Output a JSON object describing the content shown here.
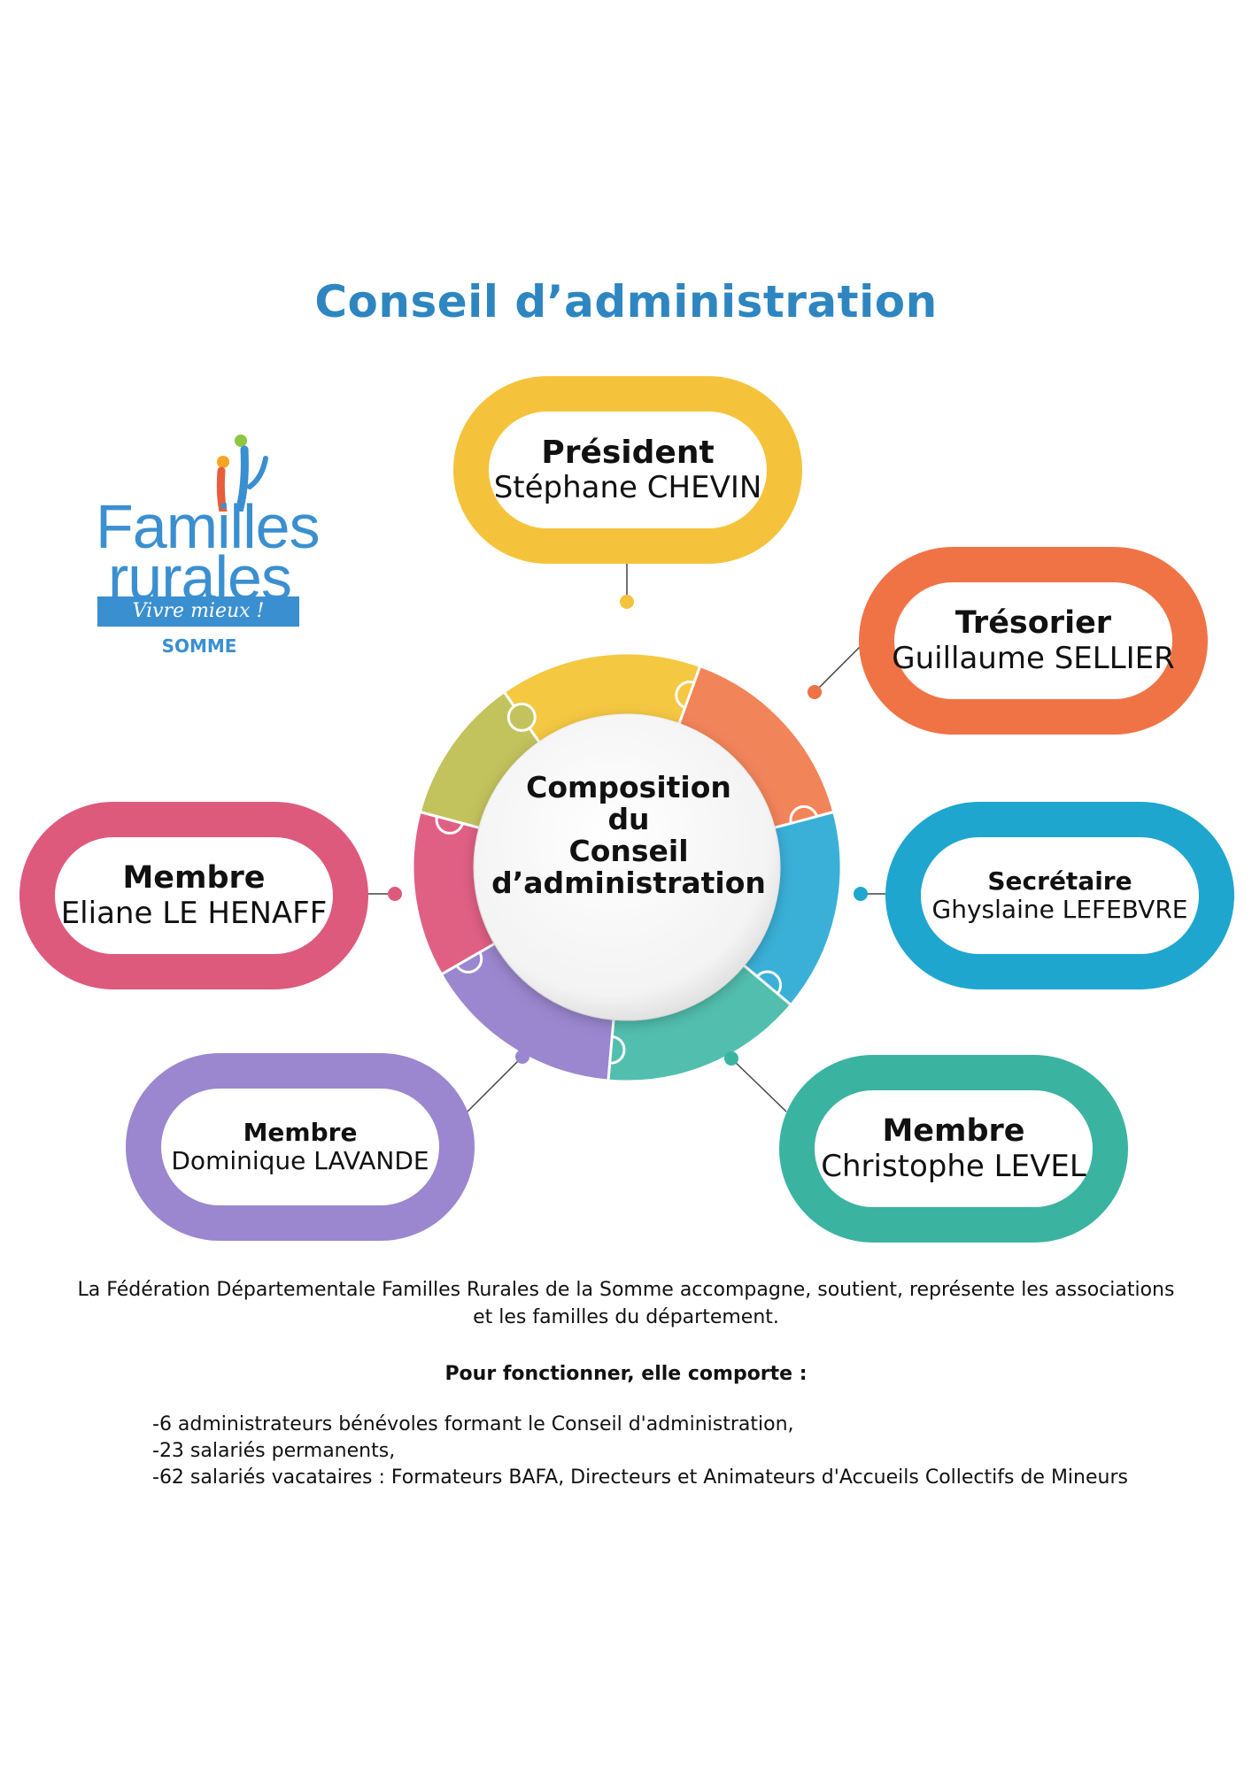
{
  "title": "Conseil d’administration",
  "logo": {
    "line1": "Familles",
    "line2": "rurales",
    "tagline": "Vivre mieux !",
    "region": "SOMME"
  },
  "center": {
    "lines": [
      "Composition",
      "du",
      "Conseil",
      "d’administration"
    ]
  },
  "members": [
    {
      "role": "Président",
      "name": "Stéphane CHEVIN",
      "color": "#f5c33b"
    },
    {
      "role": "Trésorier",
      "name": "Guillaume SELLIER",
      "color": "#f07346"
    },
    {
      "role": "Secrétaire",
      "name": "Ghyslaine LEFEBVRE",
      "color": "#1ea6cf"
    },
    {
      "role": "Membre",
      "name": "Christophe LEVEL",
      "color": "#3bb3a1"
    },
    {
      "role": "Membre",
      "name": "Dominique LAVANDE",
      "color": "#9a87cf"
    },
    {
      "role": "Membre",
      "name": "Eliane LE HENAFF",
      "color": "#dd5a7d"
    }
  ],
  "puzzle_colors": [
    "#f5c842",
    "#f2845a",
    "#3ab0d8",
    "#52bfae",
    "#9a87cf",
    "#e06084",
    "#c2c35d"
  ],
  "description": {
    "line1": "La Fédération Départementale Familles Rurales de la Somme accompagne, soutient, représente les associations",
    "line2": "et les familles du département.",
    "bold": "Pour fonctionner, elle comporte :",
    "items": [
      "-6 administrateurs bénévoles formant le Conseil d'administration,",
      "-23 salariés permanents,",
      "-62 salariés vacataires : Formateurs BAFA, Directeurs et Animateurs d'Accueils Collectifs de Mineurs"
    ]
  }
}
